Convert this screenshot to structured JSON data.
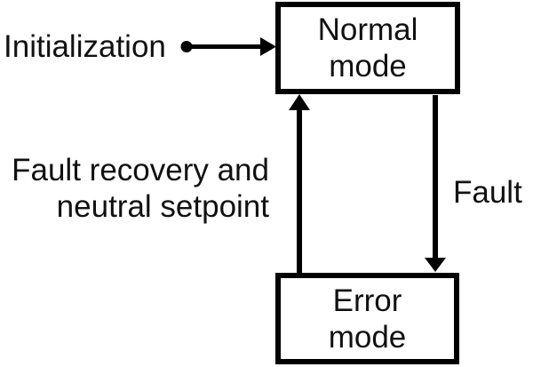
{
  "diagram": {
    "type": "state-transition-diagram",
    "background_color": "#ffffff",
    "line_color": "#000000",
    "text_color": "#111111",
    "nodes": [
      {
        "id": "normal",
        "label": "Normal\nmode"
      },
      {
        "id": "error",
        "label": "Error\nmode"
      }
    ],
    "edges": [
      {
        "from": "start",
        "to": "normal",
        "label": "Initialization"
      },
      {
        "from": "normal",
        "to": "error",
        "label": "Fault"
      },
      {
        "from": "error",
        "to": "normal",
        "label": "Fault recovery and\nneutral setpoint"
      }
    ]
  }
}
